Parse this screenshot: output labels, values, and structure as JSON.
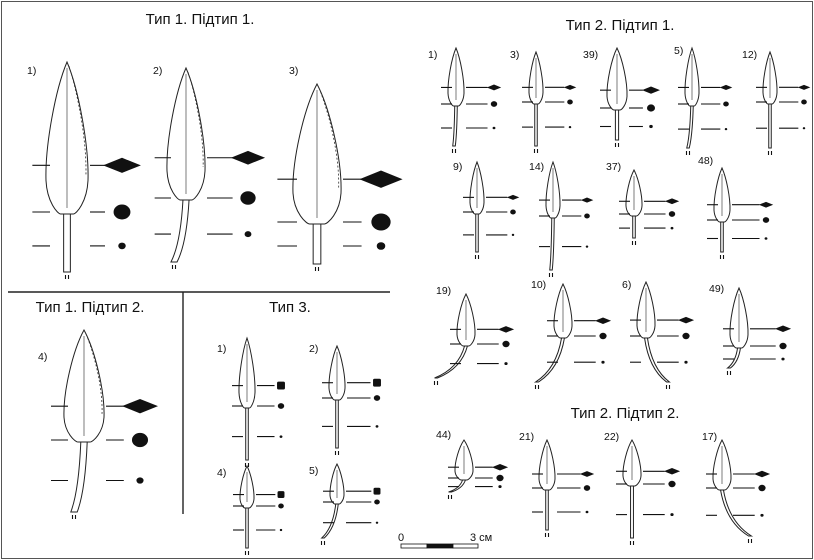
{
  "panels": {
    "type1_subtype1": {
      "title": "Тип 1. Підтип 1.",
      "items": [
        {
          "label": "1)",
          "section": "rhombus"
        },
        {
          "label": "2)",
          "section": "rhombus"
        },
        {
          "label": "3)",
          "section": "rhombus"
        }
      ]
    },
    "type1_subtype2": {
      "title": "Тип 1. Підтип 2.",
      "items": [
        {
          "label": "4)",
          "section": "rhombus"
        }
      ]
    },
    "type3": {
      "title": "Тип 3.",
      "items": [
        {
          "label": "1)",
          "section": "square"
        },
        {
          "label": "2)",
          "section": "square"
        },
        {
          "label": "4)",
          "section": "square"
        },
        {
          "label": "5)",
          "section": "square"
        }
      ]
    },
    "type2_subtype1": {
      "title": "Тип 2. Підтип 1.",
      "items": [
        {
          "label": "1)",
          "section": "rhombus"
        },
        {
          "label": "3)",
          "section": "rhombus"
        },
        {
          "label": "39)",
          "section": "rhombus"
        },
        {
          "label": "5)",
          "section": "rhombus"
        },
        {
          "label": "12)",
          "section": "rhombus"
        },
        {
          "label": "9)",
          "section": "rhombus"
        },
        {
          "label": "14)",
          "section": "rhombus"
        },
        {
          "label": "37)",
          "section": "rhombus"
        },
        {
          "label": "48)",
          "section": "rhombus"
        },
        {
          "label": "19)",
          "section": "rhombus"
        },
        {
          "label": "10)",
          "section": "rhombus"
        },
        {
          "label": "6)",
          "section": "rhombus"
        },
        {
          "label": "49)",
          "section": "rhombus"
        }
      ]
    },
    "type2_subtype2": {
      "title": "Тип 2. Підтип 2.",
      "items": [
        {
          "label": "44)",
          "section": "rhombus"
        },
        {
          "label": "21)",
          "section": "rhombus"
        },
        {
          "label": "22)",
          "section": "rhombus"
        },
        {
          "label": "17)",
          "section": "rhombus"
        }
      ]
    }
  },
  "scale_bar": {
    "start_label": "0",
    "end_label": "3 см"
  }
}
